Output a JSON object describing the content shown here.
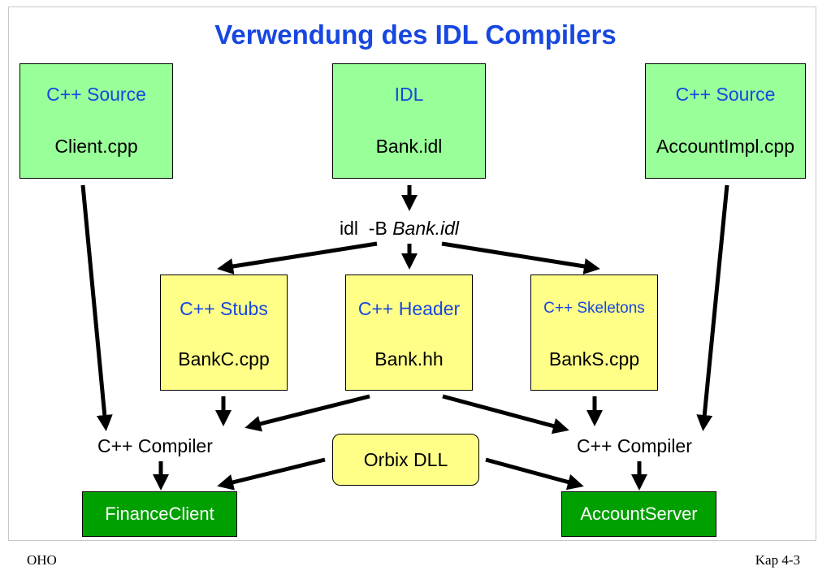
{
  "title": "Verwendung des IDL Compilers",
  "boxes": {
    "client_source": {
      "type": "C++ Source",
      "file": "Client.cpp"
    },
    "idl": {
      "type": "IDL",
      "file": "Bank.idl"
    },
    "server_source": {
      "type": "C++ Source",
      "file": "AccountImpl.cpp"
    },
    "stubs": {
      "type": "C++ Stubs",
      "file": "BankC.cpp"
    },
    "header": {
      "type": "C++ Header",
      "file": "Bank.hh"
    },
    "skeletons": {
      "type": "C++ Skeletons",
      "file": "BankS.cpp"
    }
  },
  "command": {
    "prefix": "idl  -B ",
    "arg": "Bank.idl"
  },
  "compiler_left": "C++ Compiler",
  "compiler_right": "C++ Compiler",
  "orbix": "Orbix DLL",
  "outputs": {
    "client": "FinanceClient",
    "server": "AccountServer"
  },
  "footer": {
    "left": "OHO",
    "right": "Kap 4-3"
  },
  "colors": {
    "title": "#1747e0",
    "source_fill": "#99ff99",
    "generated_fill": "#ffff88",
    "output_fill": "#00a000"
  }
}
